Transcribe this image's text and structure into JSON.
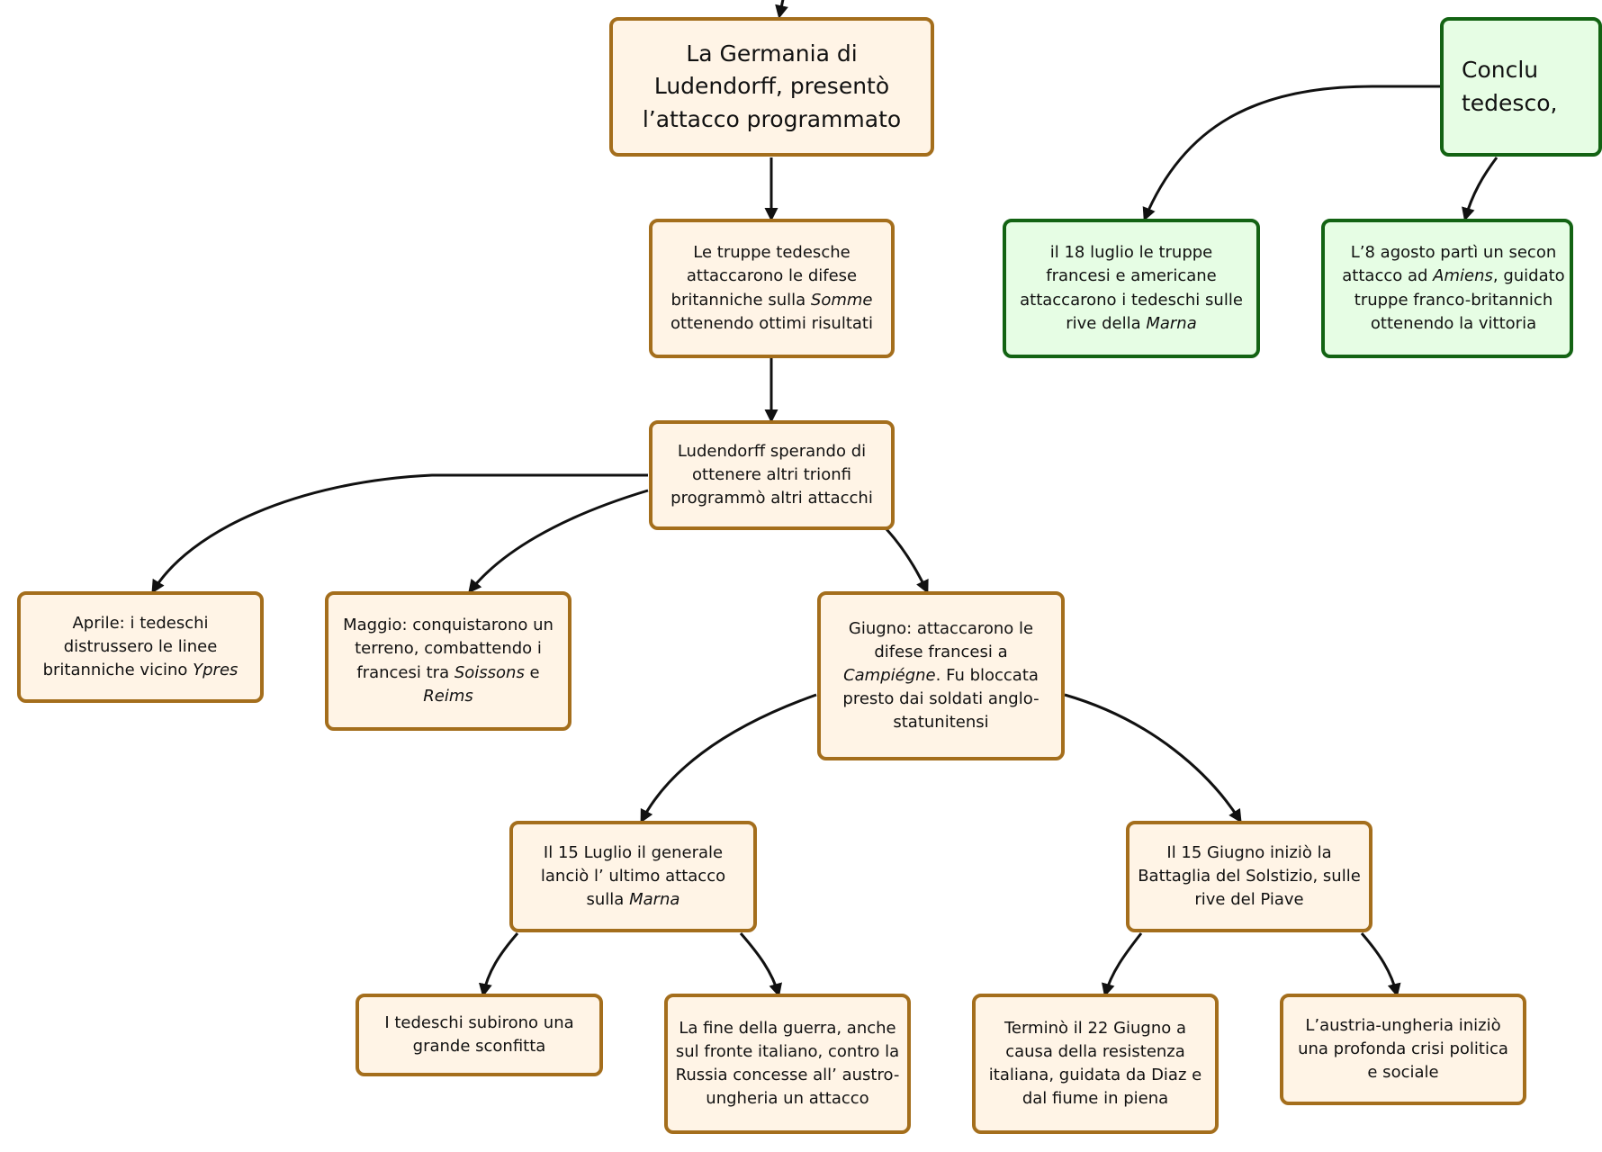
{
  "colors": {
    "orange_border": "#a46e1c",
    "orange_fill": "#fff4e6",
    "green_border": "#136313",
    "green_fill": "#e6fde4",
    "link": "#111111"
  },
  "nodes": {
    "germany": {
      "segments": [
        {
          "t": "La Germania di Ludendorff, presentò l’attacco programmato"
        }
      ]
    },
    "somme": {
      "segments": [
        {
          "t": "Le truppe tedesche attaccarono le difese britanniche sulla "
        },
        {
          "t": "Somme",
          "i": true
        },
        {
          "t": " ottenendo ottimi risultati"
        }
      ]
    },
    "ludendorff_hope": {
      "segments": [
        {
          "t": "Ludendorff sperando di ottenere altri trionfi programmò altri attacchi"
        }
      ]
    },
    "april": {
      "segments": [
        {
          "t": "Aprile: i tedeschi distrussero le linee britanniche vicino "
        },
        {
          "t": "Ypres",
          "i": true
        }
      ]
    },
    "may": {
      "segments": [
        {
          "t": "Maggio: conquistarono un terreno, combattendo i francesi tra "
        },
        {
          "t": "Soissons",
          "i": true
        },
        {
          "t": " e "
        },
        {
          "t": "Reims",
          "i": true
        }
      ]
    },
    "june": {
      "segments": [
        {
          "t": "Giugno: attaccarono le difese francesi a "
        },
        {
          "t": "Campiégne",
          "i": true
        },
        {
          "t": ". Fu bloccata presto dai soldati anglo-statunitensi"
        }
      ]
    },
    "july15": {
      "segments": [
        {
          "t": "Il 15 Luglio il generale lanciò l’ ultimo attacco sulla "
        },
        {
          "t": "Marna",
          "i": true
        }
      ]
    },
    "june15": {
      "segments": [
        {
          "t": "Il 15 Giugno iniziò la Battaglia del Solstizio, sulle rive del Piave"
        }
      ]
    },
    "defeat": {
      "segments": [
        {
          "t": "I tedeschi subirono una grande sconfitta"
        }
      ]
    },
    "end_war": {
      "segments": [
        {
          "t": "La fine della guerra, anche sul fronte italiano, contro la Russia concesse all’ austro-ungheria un attacco"
        }
      ]
    },
    "june22": {
      "segments": [
        {
          "t": "Terminò il 22 Giugno a causa della resistenza italiana, guidata da Diaz e dal fiume in piena"
        }
      ]
    },
    "austria_crisis": {
      "segments": [
        {
          "t": "L’austria-ungheria iniziò una profonda crisi politica e sociale"
        }
      ]
    },
    "conclusion": {
      "segments": [
        {
          "t": "Conclu"
        },
        {
          "t": "tedesco,",
          "br": true
        }
      ]
    },
    "july18": {
      "segments": [
        {
          "t": "il 18 luglio le truppe francesi e americane attaccarono i tedeschi sulle rive della "
        },
        {
          "t": "Marna",
          "i": true
        }
      ]
    },
    "aug8": {
      "segments": [
        {
          "t": "L’8 agosto partì un secon attacco ad "
        },
        {
          "t": "Amiens",
          "i": true
        },
        {
          "t": ", guidato truppe franco-britannich ottenendo la vittoria"
        }
      ]
    }
  }
}
